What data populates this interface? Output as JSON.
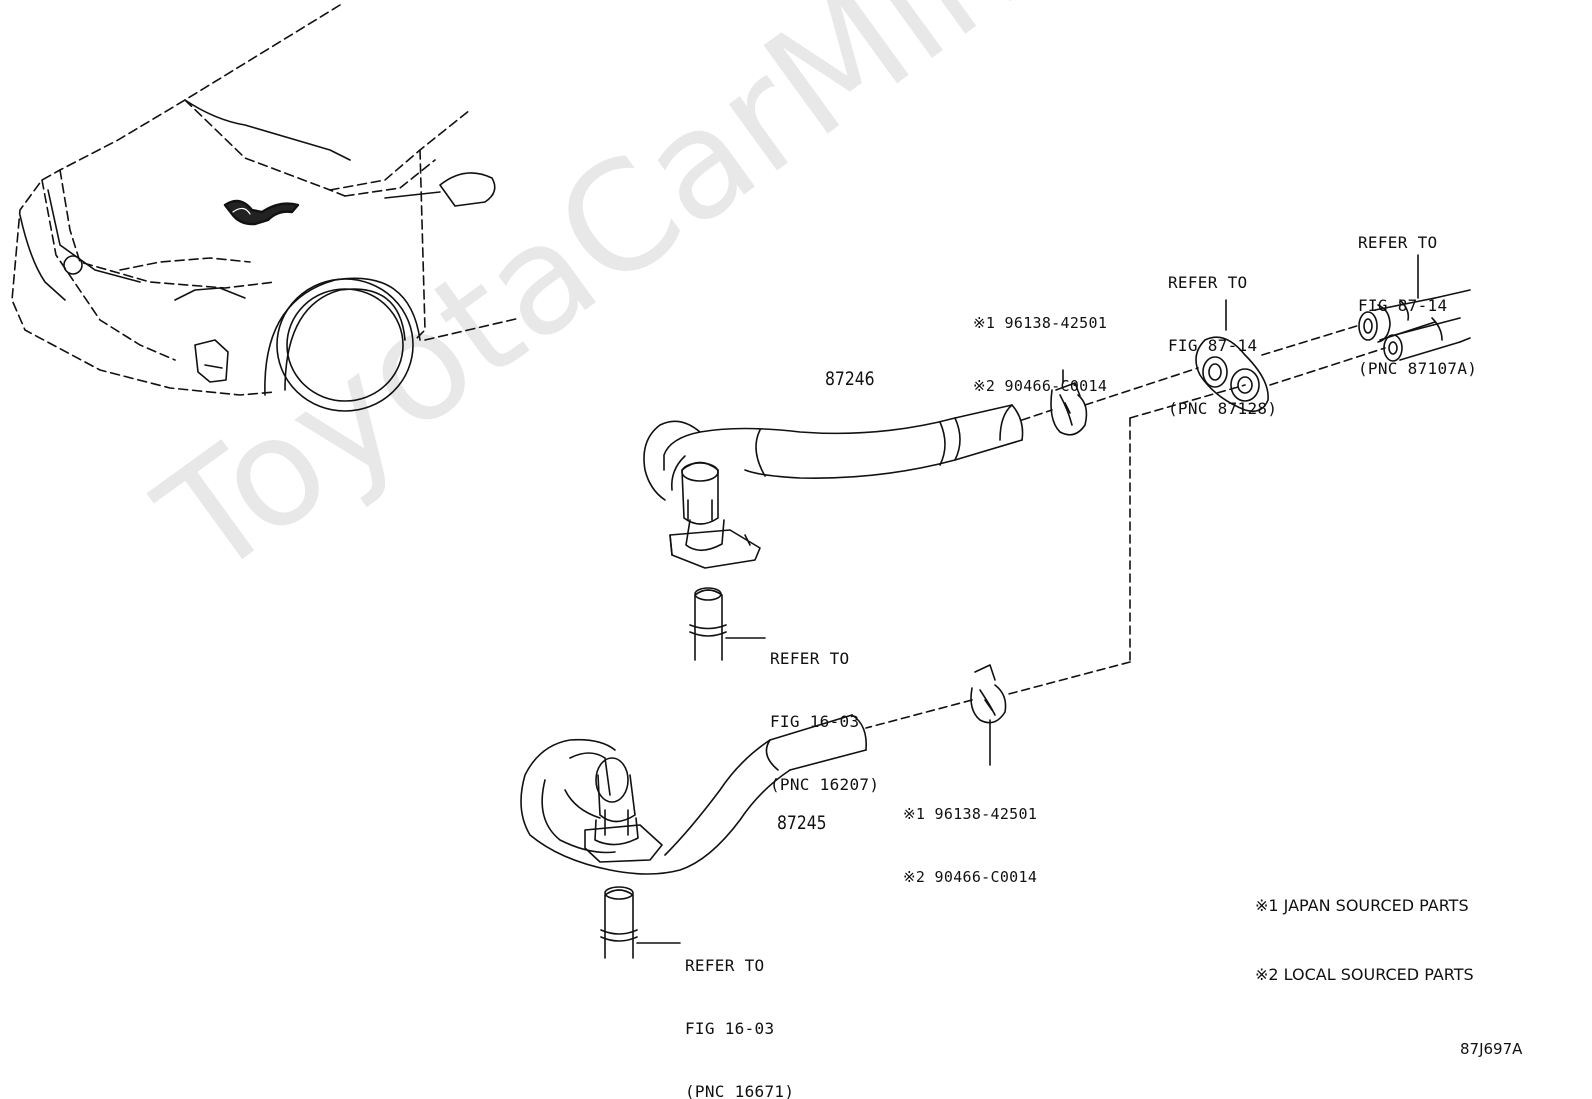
{
  "watermark": "ToyotaCarMine.ru",
  "labels": {
    "refer_top_right": [
      "REFER TO",
      "FIG 87-14",
      "(PNC 87107A)"
    ],
    "refer_grommet": [
      "REFER TO",
      "FIG 87-14",
      "(PNC 87128)"
    ],
    "refer_upper_pipe": [
      "REFER TO",
      "FIG 16-03",
      "(PNC 16207)"
    ],
    "refer_lower_pipe": [
      "REFER TO",
      "FIG 16-03",
      "(PNC 16671)"
    ],
    "clamp_upper": [
      "※1 96138-42501",
      "※2 90466-C0014"
    ],
    "clamp_lower": [
      "※1 96138-42501",
      "※2 90466-C0014"
    ]
  },
  "parts": {
    "upper_hose": "87246",
    "lower_hose": "87245"
  },
  "legend": [
    "※1 JAPAN SOURCED PARTS",
    "※2 LOCAL SOURCED PARTS"
  ],
  "figure_code": "87J697A"
}
